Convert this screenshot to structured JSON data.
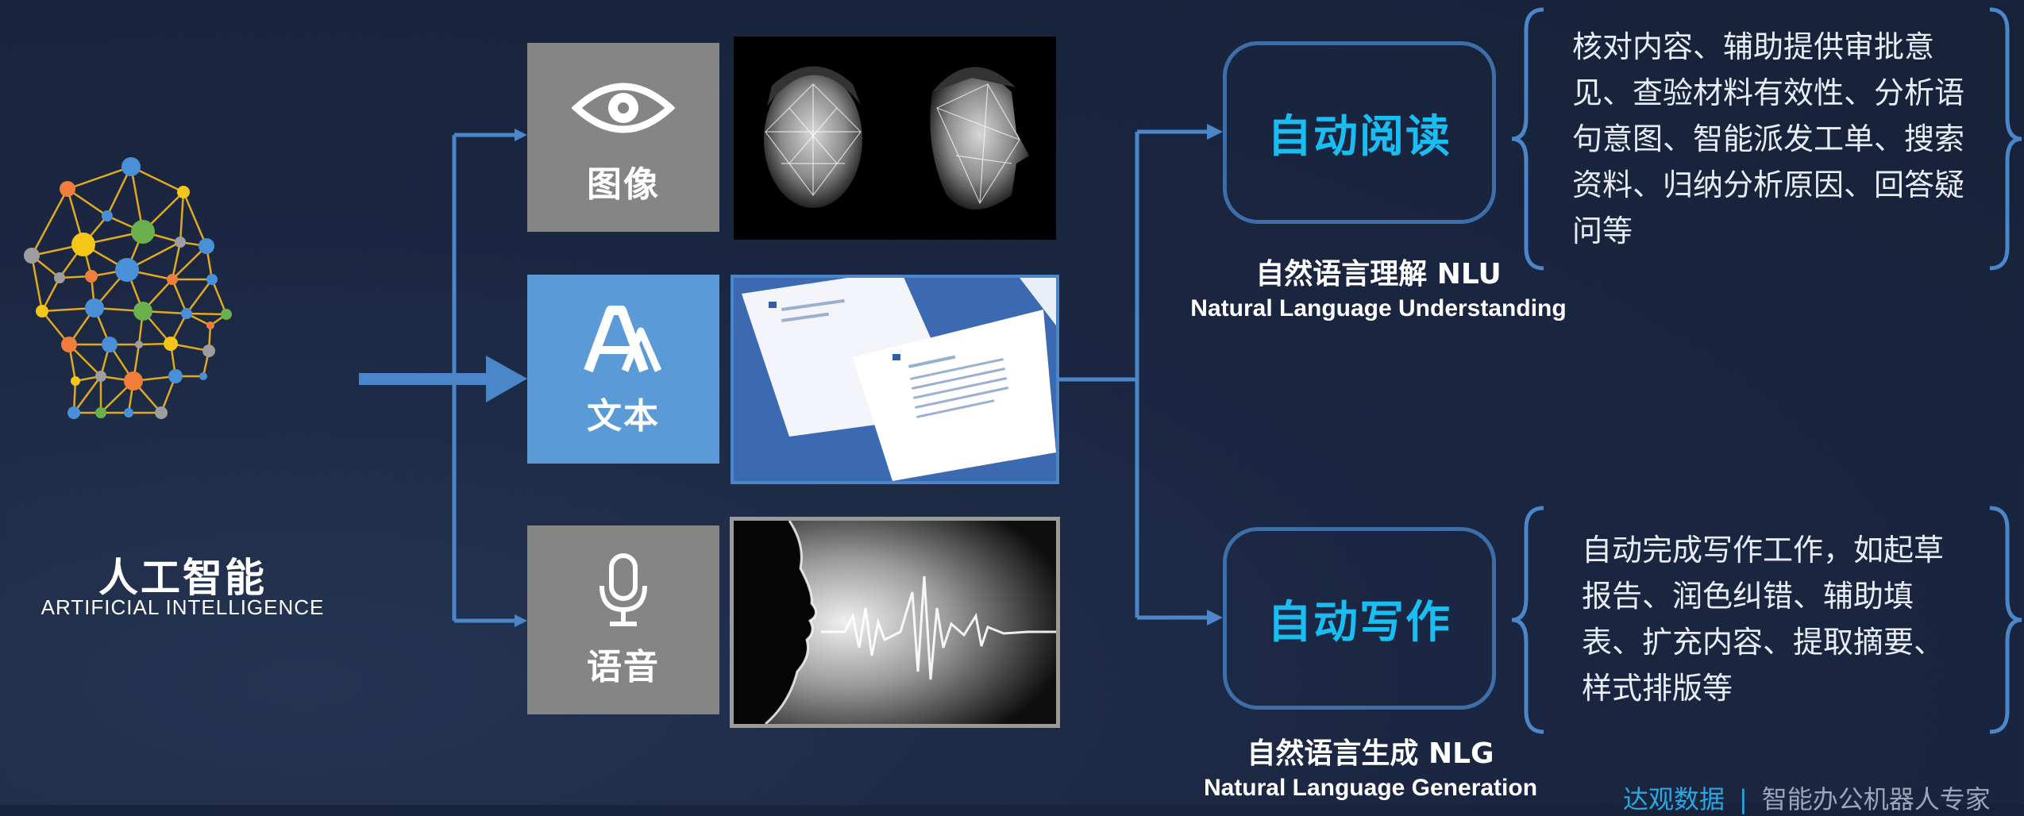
{
  "ai": {
    "title": "人工智能",
    "subtitle": "ARTIFICIAL INTELLIGENCE"
  },
  "inputs": [
    {
      "label": "图像",
      "icon": "eye-icon"
    },
    {
      "label": "文本",
      "icon": "text-font-icon"
    },
    {
      "label": "语音",
      "icon": "microphone-icon"
    }
  ],
  "photos": [
    "face-scan-photo",
    "document-photo",
    "voice-waveform-photo"
  ],
  "nlu": {
    "box_label": "自动阅读",
    "caption_cn": "自然语言理解 NLU",
    "caption_en": "Natural Language Understanding",
    "description": [
      "核对内容、辅助提供审批意",
      "见、查验材料有效性、分析语",
      "句意图、智能派发工单、搜索",
      "资料、归纳分析原因、回答疑",
      "问等"
    ]
  },
  "nlg": {
    "box_label": "自动写作",
    "caption_cn": "自然语言生成 NLG",
    "caption_en": "Natural Language Generation",
    "description": [
      "自动完成写作工作，如起草",
      "报告、润色纠错、辅助填",
      "表、扩充内容、提取摘要、",
      "样式排版等"
    ]
  },
  "footer": {
    "brand": "达观数据",
    "separator": "|",
    "slogan": "智能办公机器人专家"
  },
  "colors": {
    "accent": "#19bdf2",
    "connector": "#4a86c8",
    "tile_gray": "#858585",
    "tile_active": "#5a9ad7",
    "box_border": "#3d6ea8"
  }
}
